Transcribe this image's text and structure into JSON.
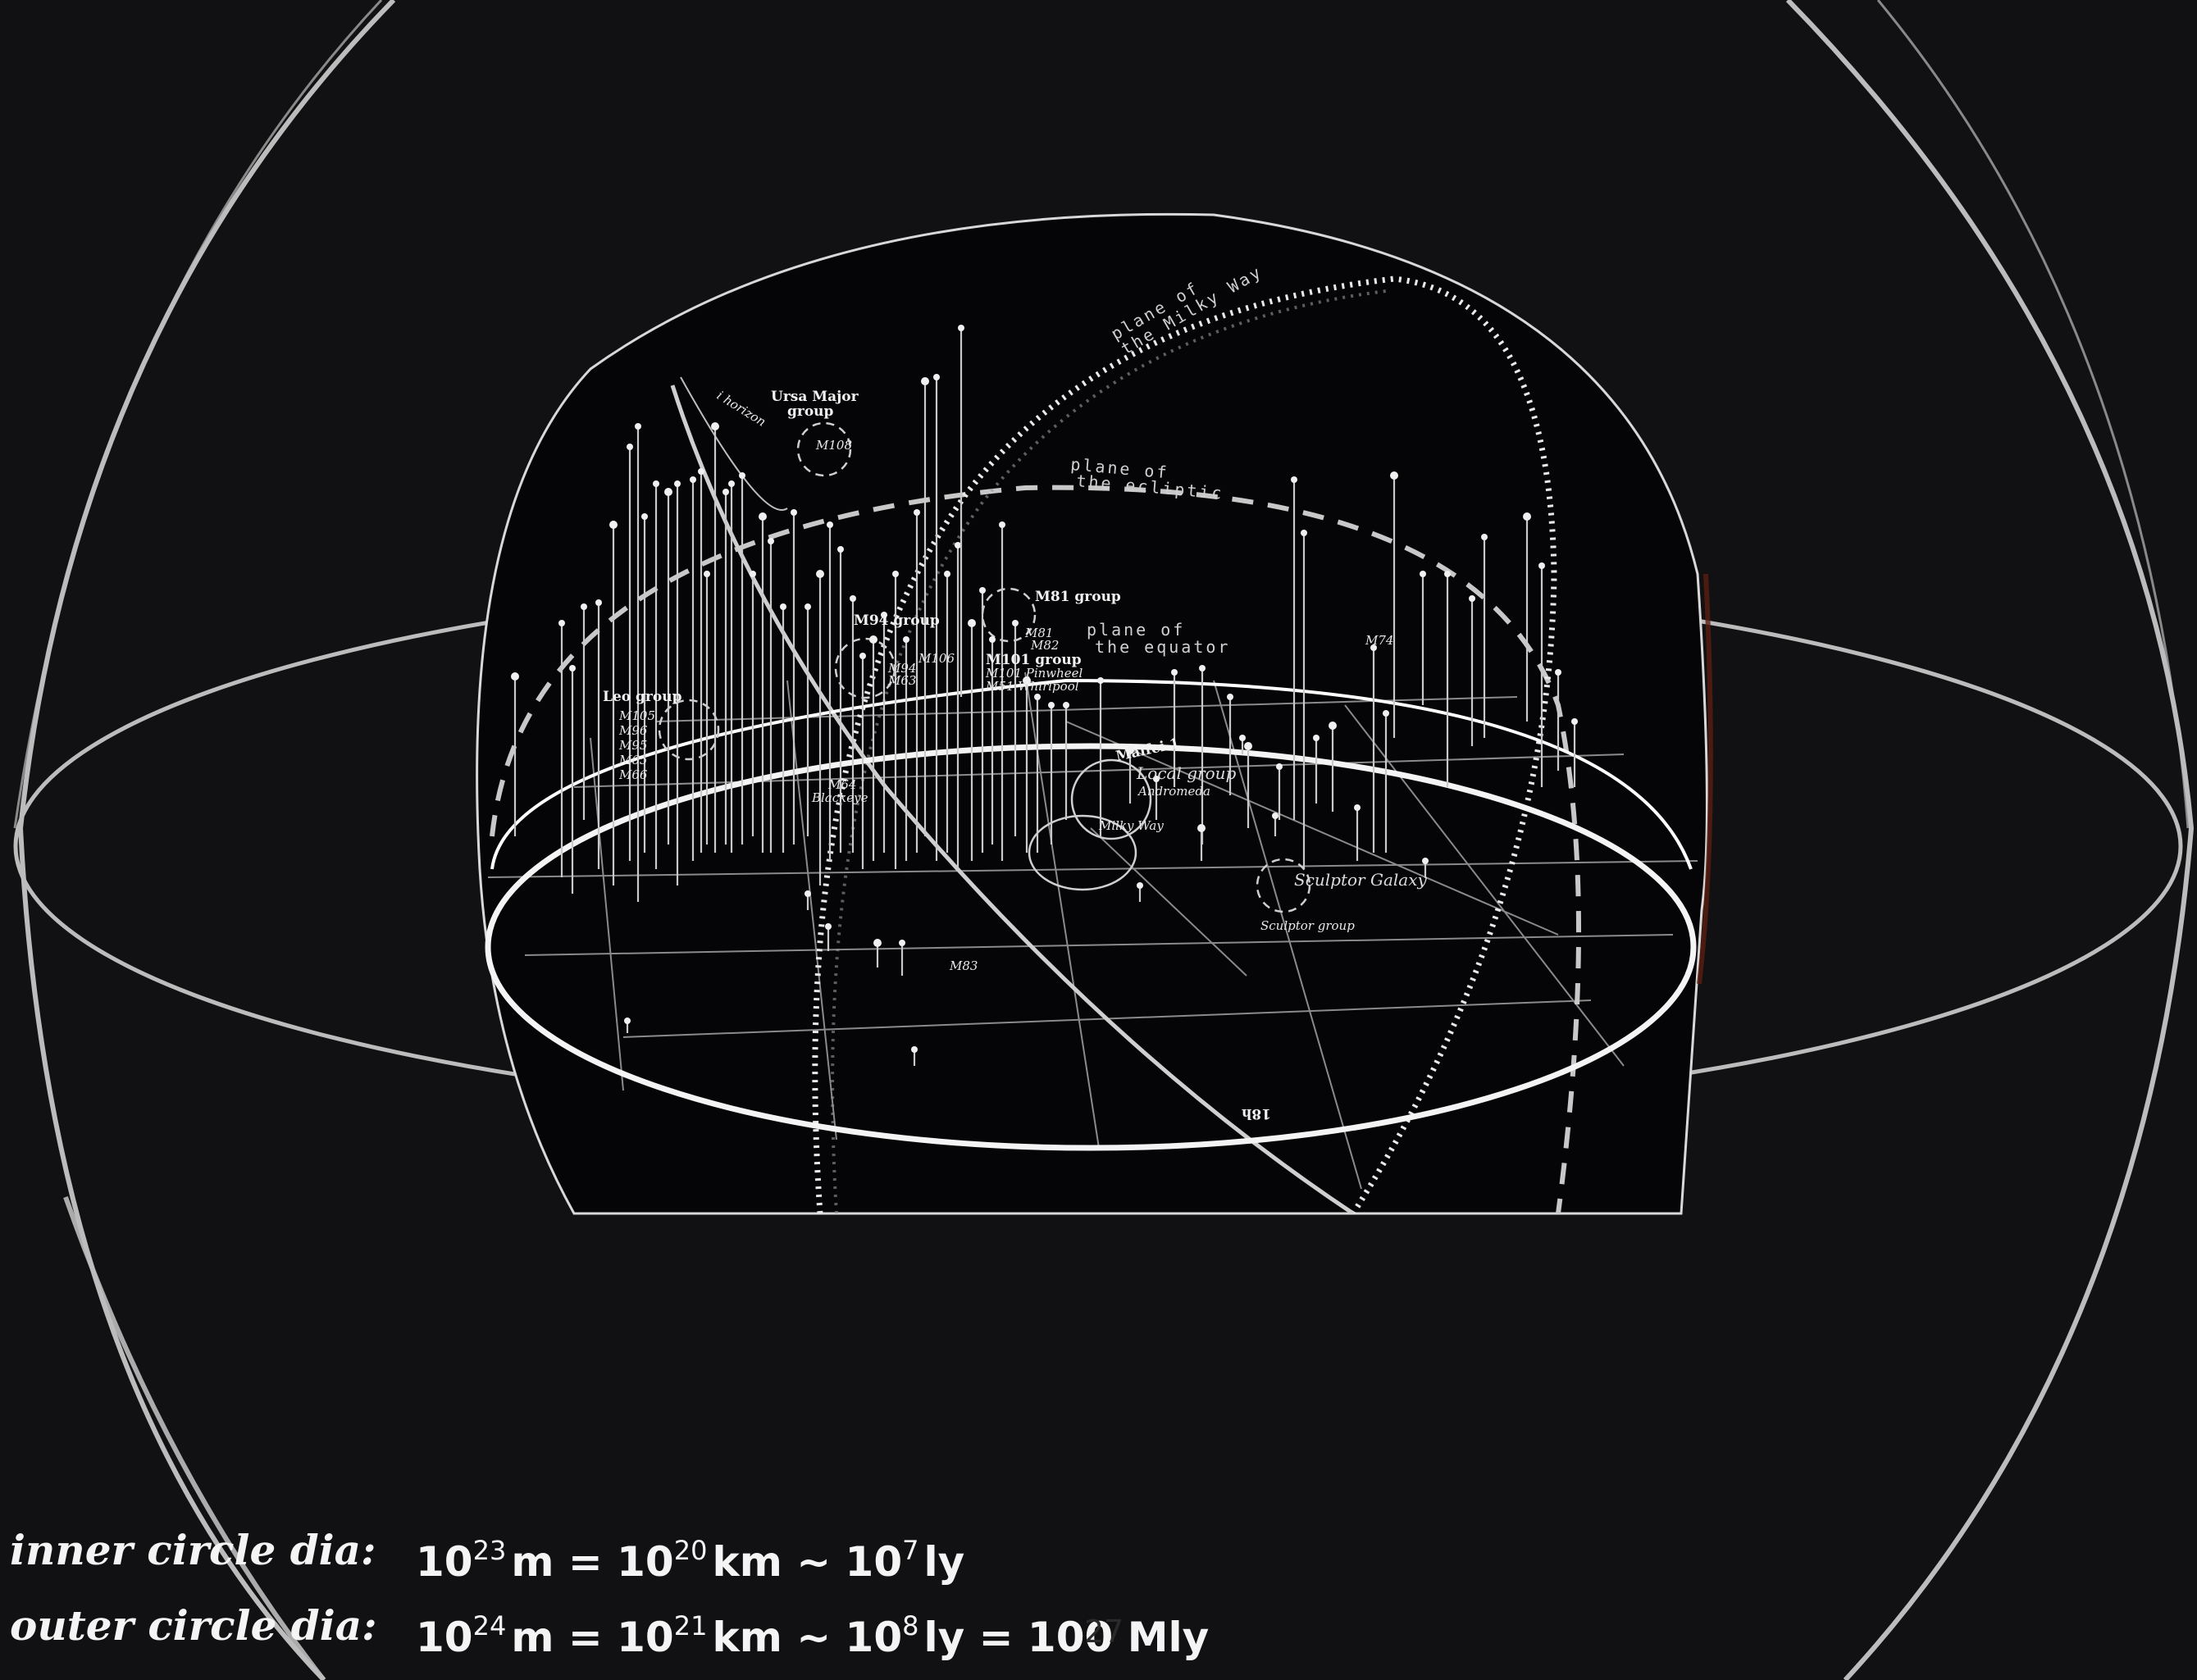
{
  "labels": {
    "ursa_major": [
      "Ursa Major",
      "group"
    ],
    "m108": "M108",
    "horizon": "i horizon",
    "milky_way_plane": [
      "plane of",
      "the Milky Way"
    ],
    "ecliptic": [
      "plane of",
      "the ecliptic"
    ],
    "equator": [
      "plane of",
      "the equator"
    ],
    "m81_group": "M81 group",
    "m81": "M81",
    "m82": "M82",
    "m94_group": "M94 group",
    "m94": "M94",
    "m63": "M63",
    "m106": "M106",
    "m101_group": "M101 group",
    "m101": "M101 Pinwheel",
    "m51": "M51 Whirlpool",
    "leo_group": "Leo group",
    "leo_members": [
      "M105",
      "M96",
      "M95",
      "M65",
      "M66"
    ],
    "m64": [
      "M64",
      "Blackeye"
    ],
    "maffei": "Maffei 1",
    "local_group": "Local group",
    "andromeda": "Andromeda",
    "milky_way": "Milky Way",
    "m74": "M74",
    "sculptor_galaxy": "Sculptor Galaxy",
    "sculptor_group": "Sculptor group",
    "m83": "M83",
    "hour_18": "18h"
  },
  "caption": {
    "inner_key": "inner circle dia:",
    "inner_value": {
      "a": "10",
      "a_exp": "23",
      "a_unit": "m =",
      "b": "10",
      "b_exp": "20",
      "b_unit": "km ~",
      "c": "10",
      "c_exp": "7",
      "c_unit": "ly"
    },
    "outer_key": "outer circle dia:",
    "outer_value": {
      "a": "10",
      "a_exp": "24",
      "a_unit": "m =",
      "b": "10",
      "b_exp": "21",
      "b_unit": "km ~",
      "c": "10",
      "c_exp": "8",
      "c_unit": "ly = 100 Mly"
    }
  },
  "page_number": "27",
  "colors": {
    "background": "#111113",
    "line": "#bdbdbd",
    "inner_bg": "#050507"
  }
}
